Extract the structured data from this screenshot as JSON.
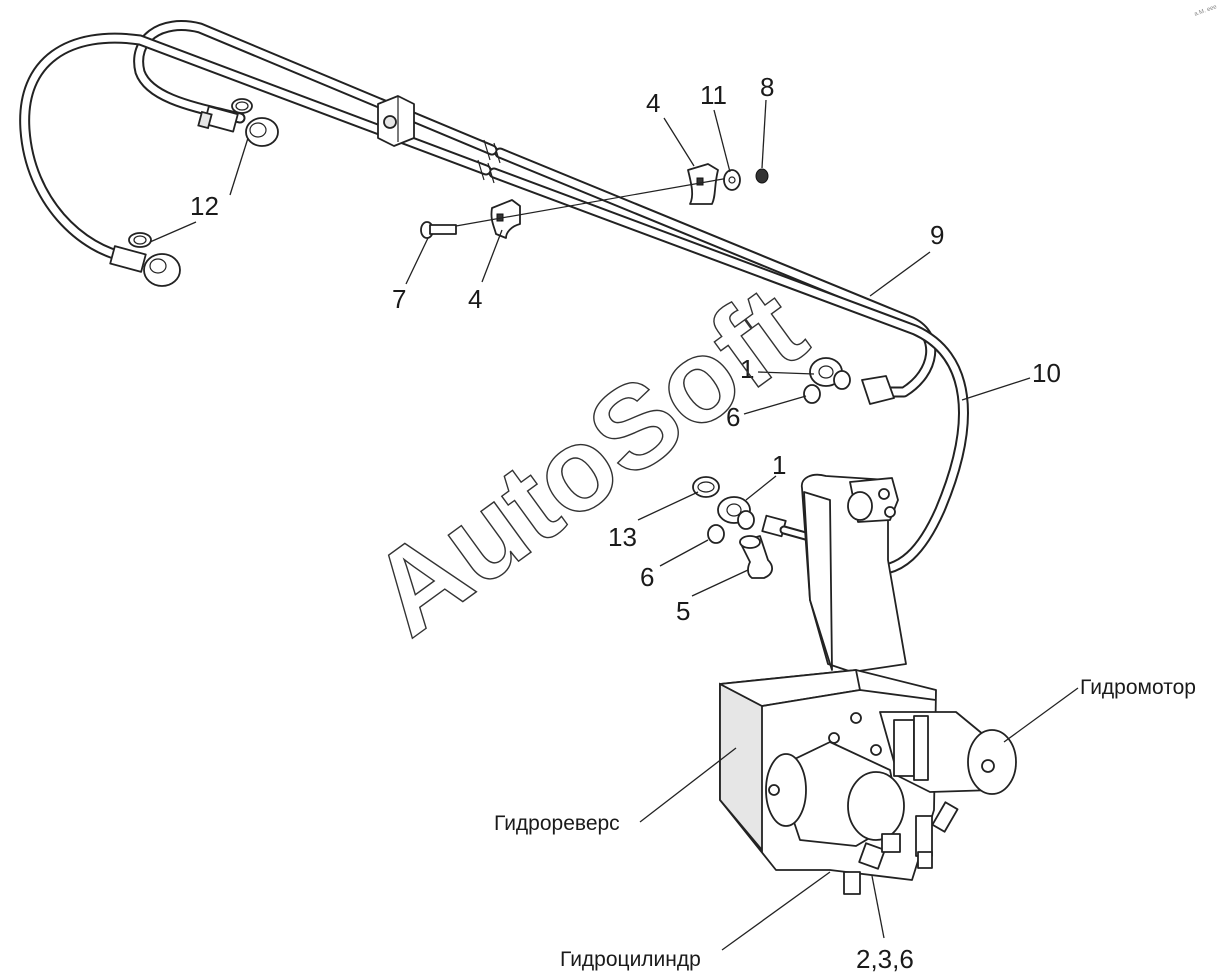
{
  "labels": {
    "l12": "12",
    "l7": "7",
    "l4a": "4",
    "l4b": "4",
    "l11": "11",
    "l8": "8",
    "l9": "9",
    "l10": "10",
    "l1a": "1",
    "l6a": "6",
    "l1b": "1",
    "l13": "13",
    "l6b": "6",
    "l5": "5",
    "l236": "2,3,6"
  },
  "components": {
    "motor": "Гидромотор",
    "reverse": "Гидрореверс",
    "cylinder": "Гидроцилиндр"
  },
  "watermark": "AutoSoft",
  "corner_mark": "a.M. eee"
}
